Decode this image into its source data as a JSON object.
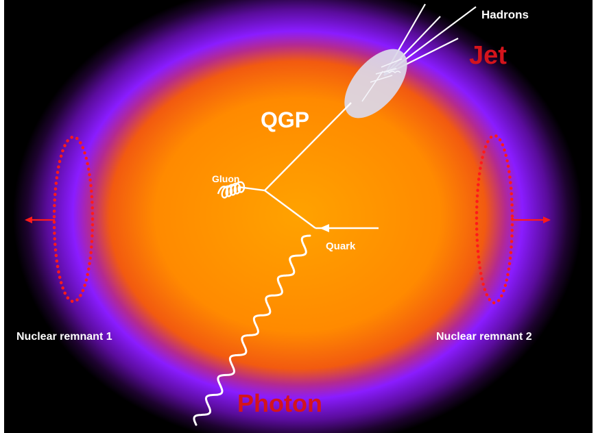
{
  "labels": {
    "hadrons": "Hadrons",
    "jet": "Jet",
    "qgp": "QGP",
    "gluon": "Gluon",
    "quark": "Quark",
    "photon": "Photon",
    "remnant1": "Nuclear remnant 1",
    "remnant2": "Nuclear remnant 2"
  },
  "colors": {
    "background": "#000000",
    "frame": "#ffffff",
    "core": "#ff9a00",
    "mid": "#ff6a00",
    "halo": "#8a1cff",
    "text_white": "#ffffff",
    "text_red": "#d4141c",
    "remnant": "#ff1a1a",
    "jet_cone": "#d8d4e6"
  },
  "icons": {
    "gluon": "gluon-coil-icon",
    "photon": "photon-wave-icon",
    "remnant_arrow_left": "arrow-left-icon",
    "remnant_arrow_right": "arrow-right-icon"
  }
}
